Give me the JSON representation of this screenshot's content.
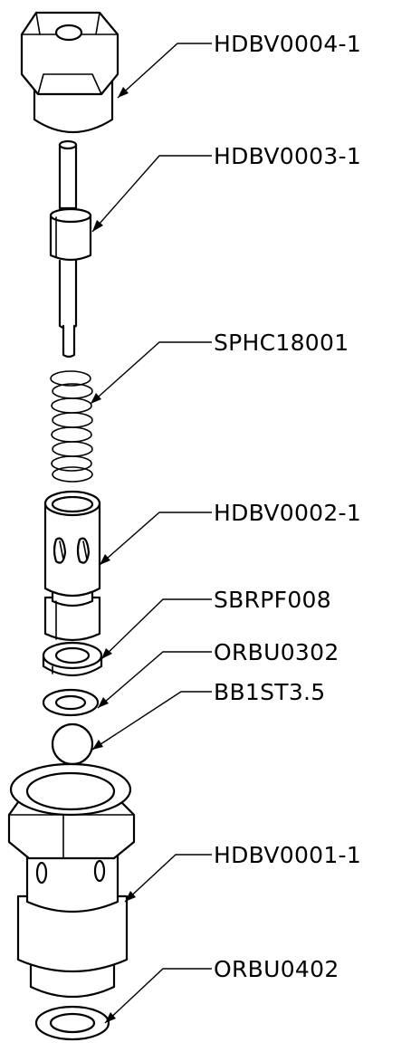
{
  "callouts": [
    {
      "id": "hdbv0004",
      "text": "HDBV0004-1"
    },
    {
      "id": "hdbv0003",
      "text": "HDBV0003-1"
    },
    {
      "id": "sphc18001",
      "text": "SPHC18001"
    },
    {
      "id": "hdbv0002",
      "text": "HDBV0002-1"
    },
    {
      "id": "sbrpf008",
      "text": "SBRPF008"
    },
    {
      "id": "orbu0302",
      "text": "ORBU0302"
    },
    {
      "id": "bb1st35",
      "text": "BB1ST3.5"
    },
    {
      "id": "hdbv0001",
      "text": "HDBV0001-1"
    },
    {
      "id": "orbu0402",
      "text": "ORBU0402"
    }
  ]
}
